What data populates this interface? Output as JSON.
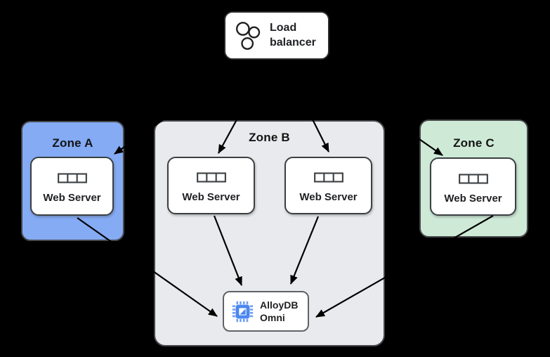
{
  "diagram": {
    "background": "#000000",
    "arrow_color": "#000000",
    "load_balancer": {
      "label": "Load balancer",
      "icon": "load-balancer-circles-icon"
    },
    "zones": [
      {
        "name": "Zone A",
        "fill": "#84ABF4",
        "servers": [
          {
            "label": "Web Server",
            "icon": "server-rack-icon"
          }
        ]
      },
      {
        "name": "Zone B",
        "fill": "#E8EAED",
        "servers": [
          {
            "label": "Web Server",
            "icon": "server-rack-icon"
          },
          {
            "label": "Web Server",
            "icon": "server-rack-icon"
          }
        ]
      },
      {
        "name": "Zone C",
        "fill": "#CEEAD6",
        "servers": [
          {
            "label": "Web Server",
            "icon": "server-rack-icon"
          }
        ]
      }
    ],
    "database": {
      "label": "AlloyDB Omni",
      "icon": "alloydb-chip-icon",
      "icon_color": "#4B87F0"
    },
    "edges": [
      {
        "from": "load-balancer",
        "to": "zone-a-web-server"
      },
      {
        "from": "load-balancer",
        "to": "zone-b-web-server-1"
      },
      {
        "from": "load-balancer",
        "to": "zone-b-web-server-2"
      },
      {
        "from": "load-balancer",
        "to": "zone-c-web-server"
      },
      {
        "from": "zone-a-web-server",
        "to": "alloydb-omni"
      },
      {
        "from": "zone-b-web-server-1",
        "to": "alloydb-omni"
      },
      {
        "from": "zone-b-web-server-2",
        "to": "alloydb-omni"
      },
      {
        "from": "zone-c-web-server",
        "to": "alloydb-omni"
      }
    ]
  }
}
